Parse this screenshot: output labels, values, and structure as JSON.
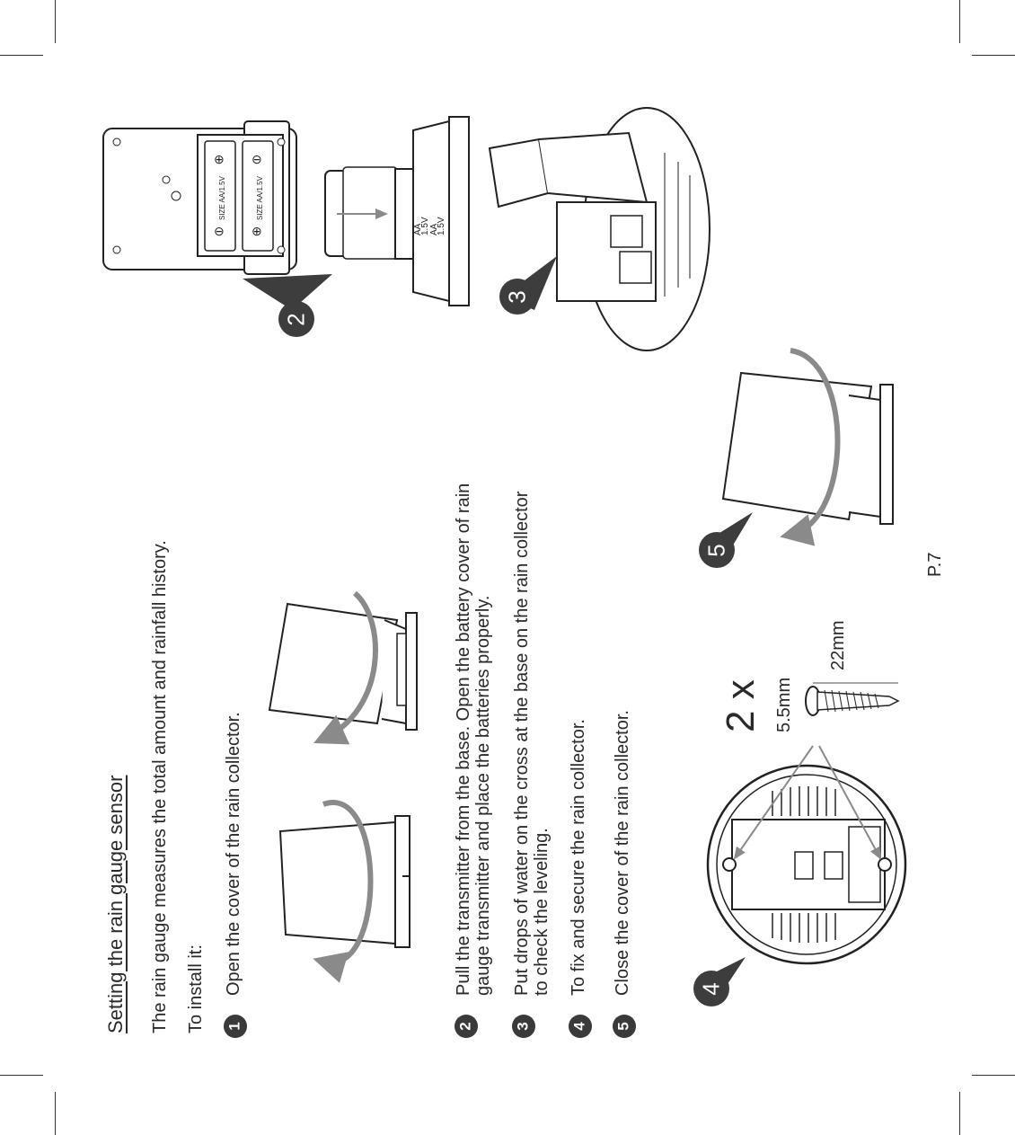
{
  "heading": "Setting the rain gauge sensor",
  "intro": "The rain gauge measures the total amount and rainfall history.",
  "install_label": "To install it:",
  "steps": [
    {
      "num": "1",
      "lines": [
        "Open the cover of the rain collector."
      ]
    },
    {
      "num": "2",
      "lines": [
        "Pull the transmitter from the base. Open the battery cover of rain",
        "gauge transmitter and place the batteries properly."
      ]
    },
    {
      "num": "3",
      "lines": [
        "Put drops of water on the cross at the base on the rain collector",
        "to check the leveling."
      ]
    },
    {
      "num": "4",
      "lines": [
        "To fix and secure the rain collector."
      ]
    },
    {
      "num": "5",
      "lines": [
        "Close the cover of the rain collector."
      ]
    }
  ],
  "figure_badges": [
    "2",
    "3",
    "4",
    "5"
  ],
  "screw": {
    "quantity": "2 x",
    "diameter": "5.5mm",
    "length": "22mm"
  },
  "battery_labels": {
    "size_label": "SIZE AA/1.5V",
    "cell_type": "AA",
    "cell_voltage": "1.5V"
  },
  "page_number": "P.7"
}
